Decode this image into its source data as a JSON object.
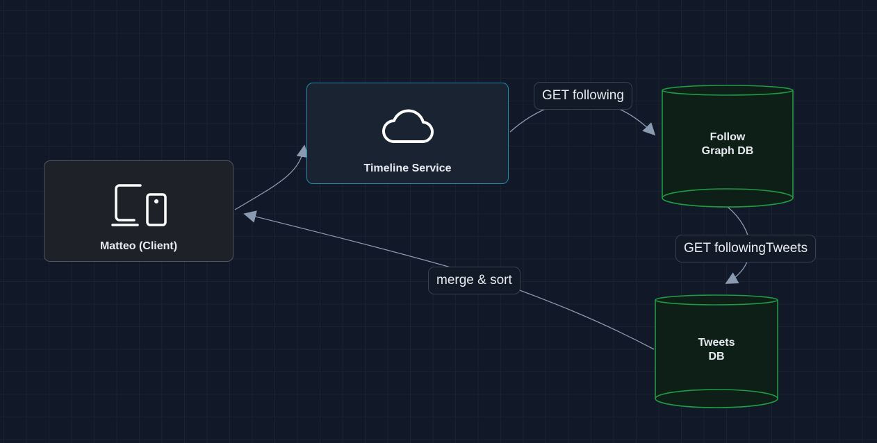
{
  "diagram": {
    "colors": {
      "background": "#111827",
      "grid": "#1b2332",
      "edge": "#8a9ab0",
      "client_border": "#4d5562",
      "service_border": "#1f8ba8",
      "db_fill": "#0d1f17",
      "db_border": "#1f9a45",
      "text": "#e8ebf0"
    },
    "nodes": {
      "client": {
        "label": "Matteo (Client)",
        "icon": "devices-icon"
      },
      "timeline": {
        "label": "Timeline Service",
        "icon": "cloud-icon"
      },
      "follow_db": {
        "label": "Follow\nGraph DB",
        "shape": "cylinder"
      },
      "tweets_db": {
        "label": "Tweets\nDB",
        "shape": "cylinder"
      }
    },
    "edges": [
      {
        "from": "client",
        "to": "timeline",
        "label": ""
      },
      {
        "from": "timeline",
        "to": "follow_db",
        "label": "GET following"
      },
      {
        "from": "follow_db",
        "to": "tweets_db",
        "label": "GET followingTweets"
      },
      {
        "from": "tweets_db",
        "to": "client",
        "label": "merge & sort"
      }
    ]
  }
}
